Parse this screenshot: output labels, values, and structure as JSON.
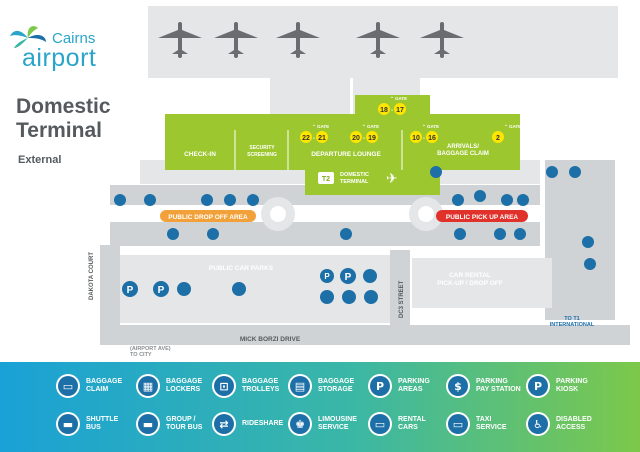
{
  "brand": {
    "name_line1": "Cairns",
    "name_line2": "airport"
  },
  "title_line1": "Domestic",
  "title_line2": "Terminal",
  "subtitle": "External",
  "colors": {
    "terminal_green": "#9cc72f",
    "terminal_dark": "#82ab1f",
    "road_grey": "#cfd3d6",
    "building_grey": "#e4e6e8",
    "icon_blue": "#1d6fa8",
    "drop_off_orange": "#f2a13a",
    "pick_up_red": "#e0322b",
    "gate_yellow": "#ffe600",
    "legend_start": "#1aa1d6",
    "legend_end": "#7cc84a"
  },
  "terminal": {
    "check_in": "CHECK-IN",
    "security": "SECURITY\nSCREENING",
    "departure_lounge": "DEPARTURE LOUNGE",
    "arrivals": "ARRIVALS/\nBAGGAGE CLAIM",
    "t2_badge": "T2",
    "t2_label": "DOMESTIC\nTERMINAL",
    "gate_word": "GATE",
    "gates": [
      {
        "a": "22",
        "b": "21"
      },
      {
        "a": "20",
        "b": "19"
      },
      {
        "a": "18",
        "b": "17"
      },
      {
        "a": "10",
        "b": "16"
      },
      {
        "a": "2",
        "b": ""
      }
    ]
  },
  "areas": {
    "drop_off": "PUBLIC DROP OFF AREA",
    "pick_up": "PUBLIC PICK UP AREA",
    "car_parks": "PUBLIC CAR PARKS",
    "car_rental": "CAR RENTAL\nPICK-UP / DROP OFF"
  },
  "streets": {
    "dakota": "DAKOTA COURT",
    "dc3": "DC3 STREET",
    "mick_borzi": "MICK BORZI DRIVE",
    "airport_ave": "(AIRPORT AVE)\nTO CITY",
    "to_t1": "TO T1\nINTERNATIONAL"
  },
  "legend": [
    {
      "icon": "baggage-claim-icon",
      "glyph": "▭",
      "label": "BAGGAGE\nCLAIM"
    },
    {
      "icon": "baggage-lockers-icon",
      "glyph": "▦",
      "label": "BAGGAGE\nLOCKERS"
    },
    {
      "icon": "baggage-trolleys-icon",
      "glyph": "⊡",
      "label": "BAGGAGE\nTROLLEYS"
    },
    {
      "icon": "baggage-storage-icon",
      "glyph": "▤",
      "label": "BAGGAGE\nSTORAGE"
    },
    {
      "icon": "parking-areas-icon",
      "glyph": "P",
      "label": "PARKING\nAREAS"
    },
    {
      "icon": "parking-pay-station-icon",
      "glyph": "$",
      "label": "PARKING\nPAY STATION"
    },
    {
      "icon": "parking-kiosk-icon",
      "glyph": "P",
      "label": "PARKING\nKIOSK"
    },
    {
      "icon": "shuttle-bus-icon",
      "glyph": "▬",
      "label": "SHUTTLE\nBUS"
    },
    {
      "icon": "group-tour-bus-icon",
      "glyph": "▬",
      "label": "GROUP /\nTOUR BUS"
    },
    {
      "icon": "rideshare-icon",
      "glyph": "⇄",
      "label": "RIDESHARE"
    },
    {
      "icon": "limousine-service-icon",
      "glyph": "♚",
      "label": "LIMOUSINE\nSERVICE"
    },
    {
      "icon": "rental-cars-icon",
      "glyph": "▭",
      "label": "RENTAL\nCARS"
    },
    {
      "icon": "taxi-service-icon",
      "glyph": "▭",
      "label": "TAXI\nSERVICE"
    },
    {
      "icon": "disabled-access-icon",
      "glyph": "♿",
      "label": "DISABLED\nACCESS"
    }
  ]
}
